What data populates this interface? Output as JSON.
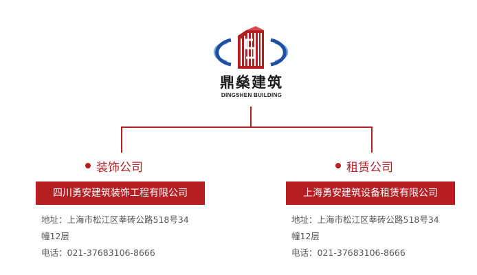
{
  "brand": {
    "name_cn": "鼎燊建筑",
    "name_en": "DINGSHEN BUILDING",
    "colors": {
      "accent": "#b51f24",
      "logo_blue": "#1f4fa3",
      "logo_blue_light": "#7fa8dc",
      "text": "#555555"
    }
  },
  "branches": [
    {
      "title": "装饰公司",
      "company": "四川勇安建筑装饰工程有限公司",
      "address_line1": "地址：上海市松江区莘砖公路518号34",
      "address_line2": "幢12层",
      "phone": "电话：021-37683106-8666"
    },
    {
      "title": "租赁公司",
      "company": "上海勇安建筑设备租赁有限公司",
      "address_line1": "地址：上海市松江区莘砖公路518号34",
      "address_line2": "幢12层",
      "phone": "电话：021-37683106-8666"
    }
  ]
}
